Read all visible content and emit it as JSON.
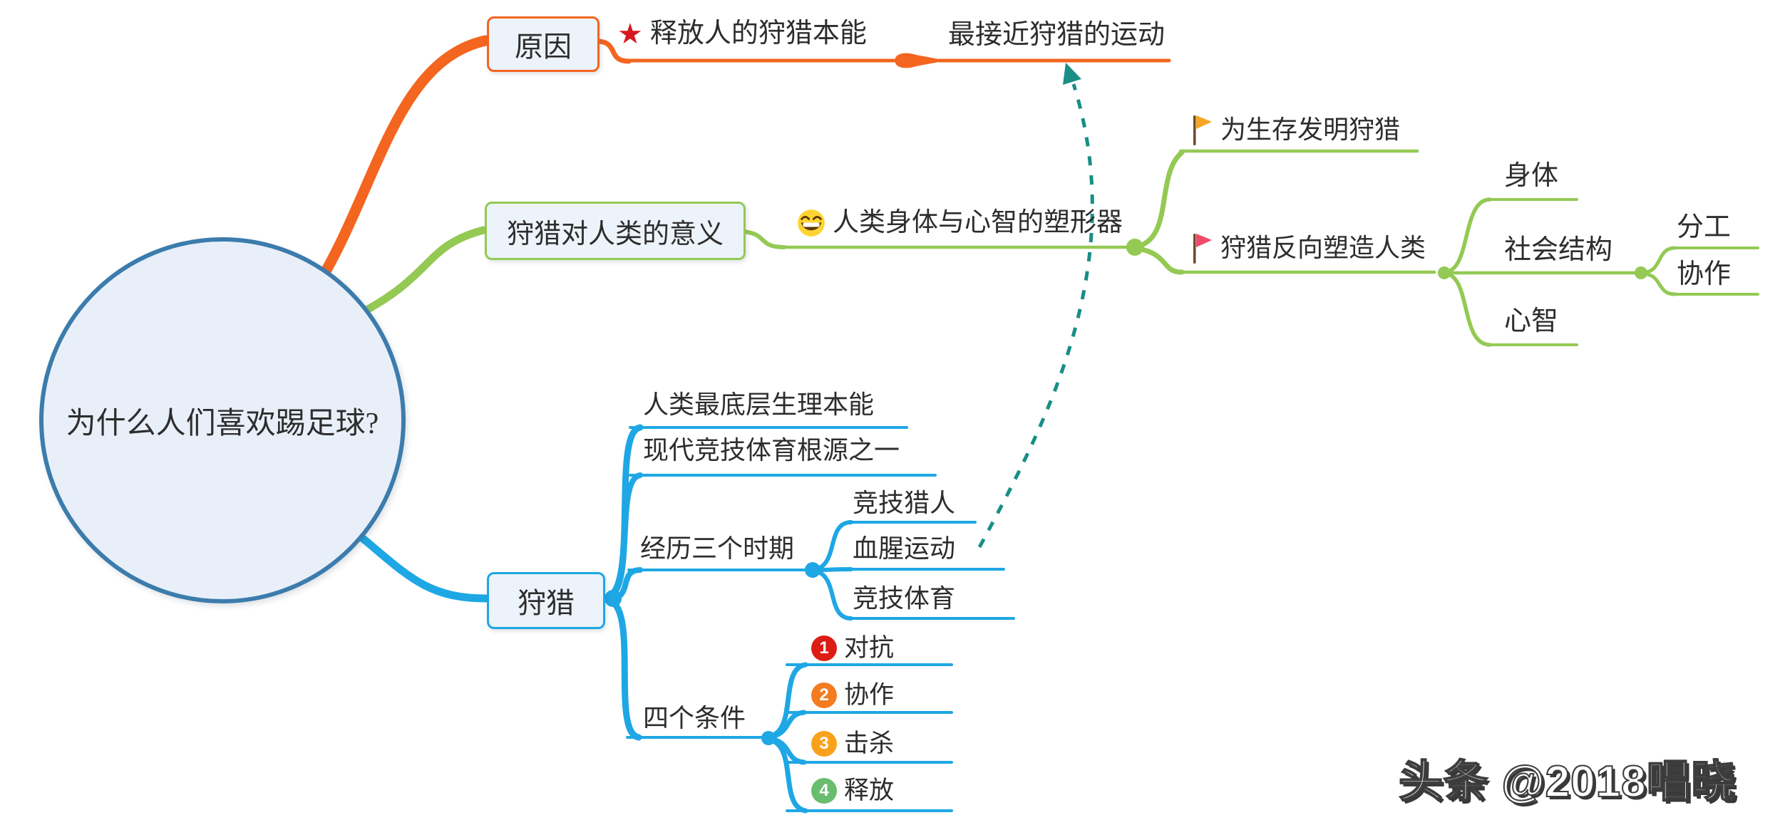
{
  "colors": {
    "orange": "#f4651f",
    "green": "#94c954",
    "blue": "#1ea7e4",
    "teal": "#188e86",
    "circle_border": "#3c7cac",
    "circle_fill": "#e8eff9",
    "box_fill": "#edf3fa",
    "star_red": "#d7181f",
    "flag_yellow": "#f5a623",
    "flag_pink": "#ef4a68",
    "flag_pole": "#6b4a2f",
    "badge1_red": "#db1d15",
    "badge2_orange": "#f47b20",
    "badge3_amber": "#f9a11b",
    "badge4_green": "#68bd6e",
    "emoji_face": "#ffd332",
    "emoji_detail": "#5b3a00",
    "text": "#2d2d2d"
  },
  "center": {
    "title": "为什么人们喜欢踢足球?"
  },
  "reason_branch": {
    "topic": "原因",
    "sub": "释放人的狩猎本能",
    "sub2": "最接近狩猎的运动"
  },
  "meaning_branch": {
    "topic": "狩猎对人类的意义",
    "sub": "人类身体与心智的塑形器",
    "children": [
      {
        "label": "为生存发明狩猎"
      },
      {
        "label": "狩猎反向塑造人类"
      }
    ],
    "shape_children": [
      {
        "label": "身体"
      },
      {
        "label": "社会结构"
      },
      {
        "label": "心智"
      }
    ],
    "social_children": [
      {
        "label": "分工"
      },
      {
        "label": "协作"
      }
    ]
  },
  "hunting_branch": {
    "topic": "狩猎",
    "children": [
      {
        "label": "人类最底层生理本能"
      },
      {
        "label": "现代竞技体育根源之一"
      },
      {
        "label": "经历三个时期"
      },
      {
        "label": "四个条件"
      }
    ],
    "periods": [
      {
        "label": "竞技猎人"
      },
      {
        "label": "血腥运动"
      },
      {
        "label": "竞技体育"
      }
    ],
    "conditions": [
      {
        "num": "1",
        "label": "对抗"
      },
      {
        "num": "2",
        "label": "协作"
      },
      {
        "num": "3",
        "label": "击杀"
      },
      {
        "num": "4",
        "label": "释放"
      }
    ]
  },
  "watermark": "头条 @2018唱晓"
}
